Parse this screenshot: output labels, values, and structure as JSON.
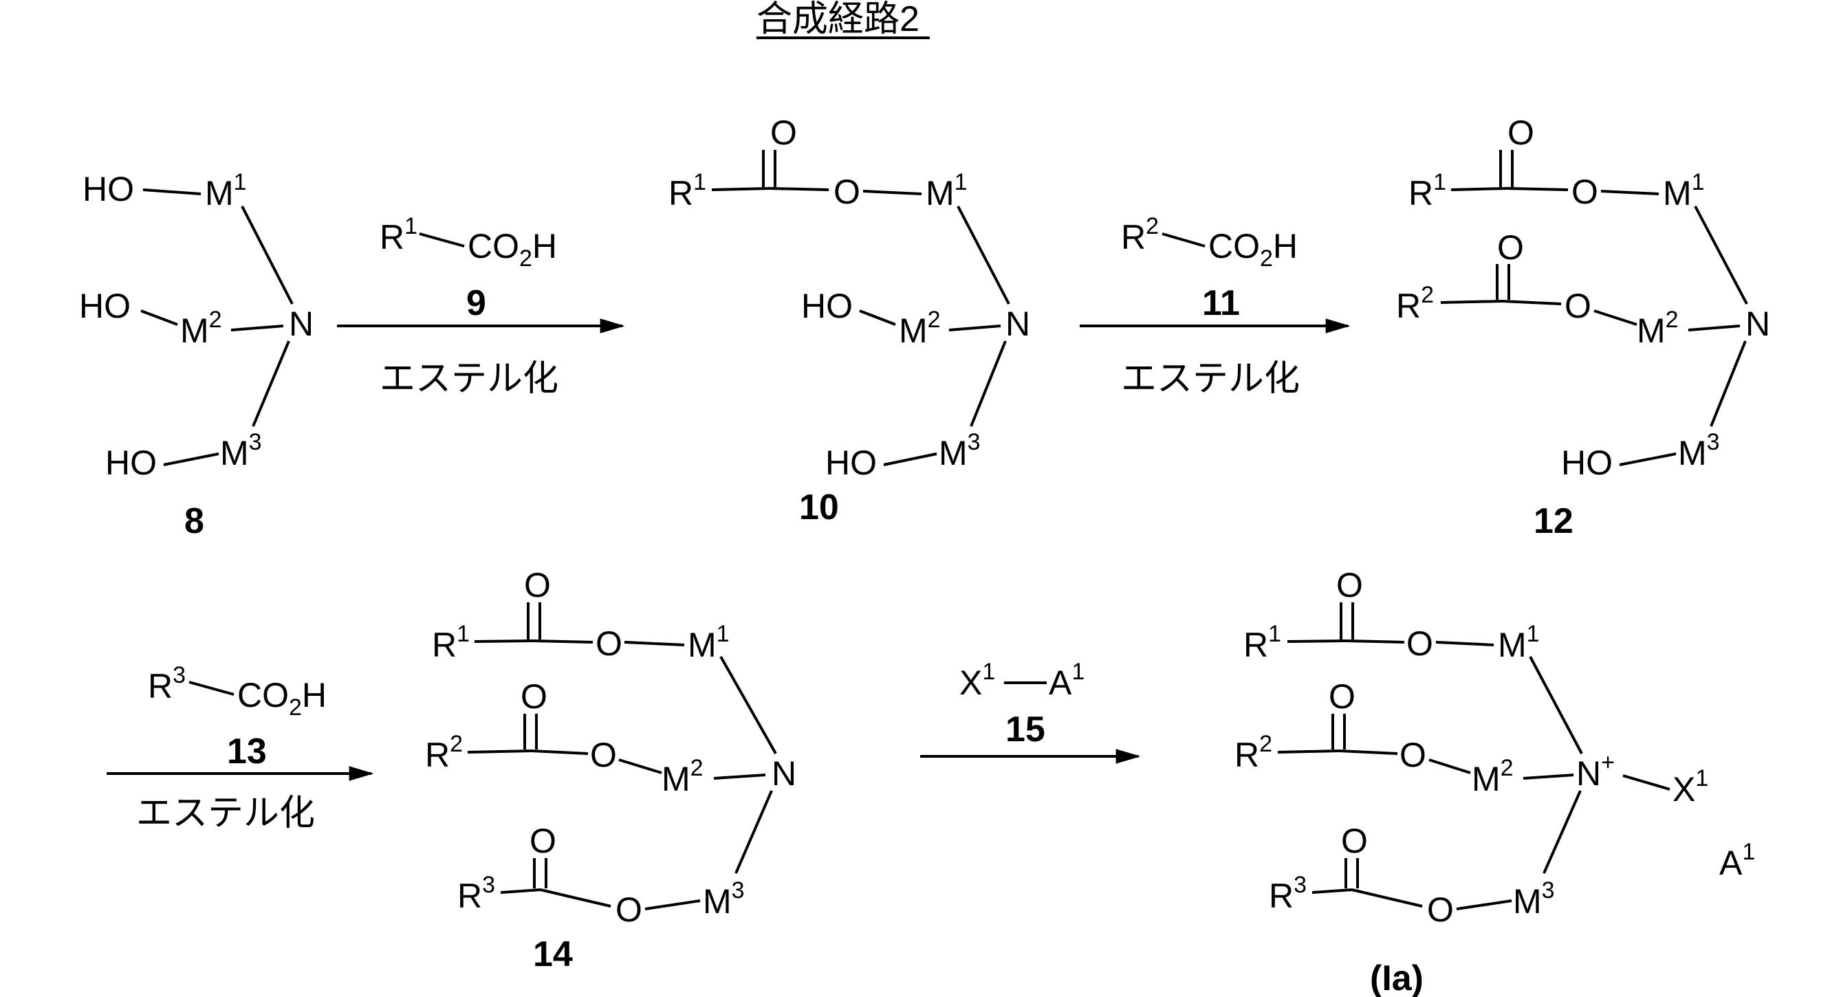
{
  "title": "合成経路2",
  "atoms": {
    "HO": "HO",
    "O": "O",
    "N": "N",
    "M": "M",
    "R": "R",
    "CO": "CO",
    "H": "H",
    "X": "X",
    "A": "A",
    "one": "1",
    "two": "2",
    "three": "3",
    "plus": "+"
  },
  "compounds": [
    "8",
    "10",
    "12",
    "14",
    "(Ia)"
  ],
  "reagents": [
    {
      "number": "9",
      "label": "R1–CO2H"
    },
    {
      "number": "11",
      "label": "R2–CO2H"
    },
    {
      "number": "13",
      "label": "R3–CO2H"
    },
    {
      "number": "15",
      "label": "X1–A1"
    }
  ],
  "reaction": "エステル化"
}
